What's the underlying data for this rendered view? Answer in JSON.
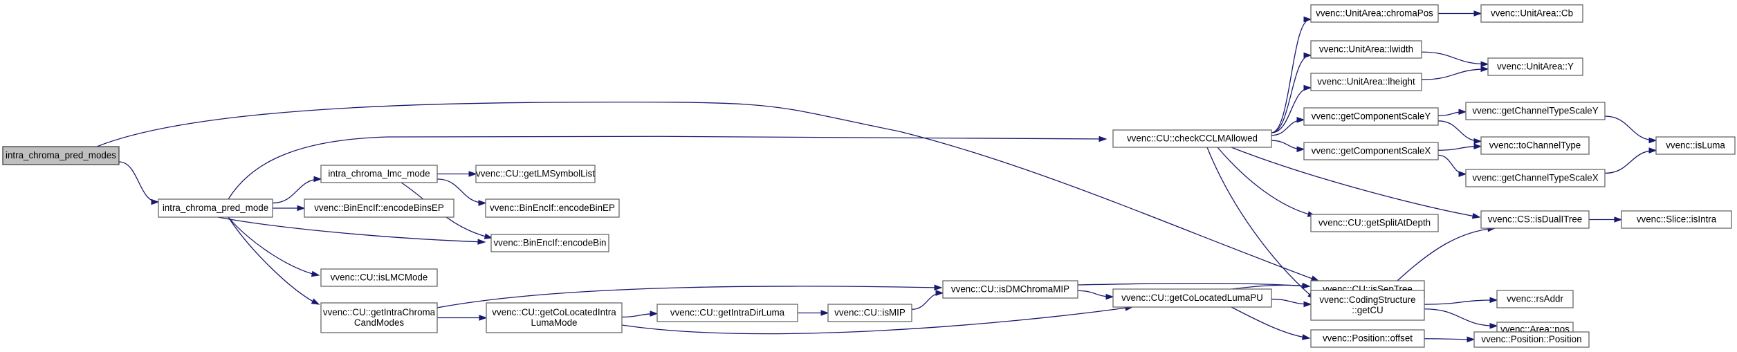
{
  "graph": {
    "kind": "call-graph",
    "colors": {
      "edge": "#191970",
      "node_border": "#666666",
      "root_fill": "#bfbfbf",
      "node_fill": "#ffffff"
    },
    "nodes": [
      {
        "id": "intra_chroma_pred_modes",
        "lines": [
          "intra_chroma_pred_modes"
        ],
        "root": true
      },
      {
        "id": "intra_chroma_pred_mode",
        "lines": [
          "intra_chroma_pred_mode"
        ]
      },
      {
        "id": "intra_chroma_lmc_mode",
        "lines": [
          "intra_chroma_lmc_mode"
        ]
      },
      {
        "id": "encodeBinsEP",
        "lines": [
          "vvenc::BinEncIf::encodeBinsEP"
        ]
      },
      {
        "id": "isLMCMode",
        "lines": [
          "vvenc::CU::isLMCMode"
        ]
      },
      {
        "id": "getIntraChromaCandModes",
        "lines": [
          "vvenc::CU::getIntraChroma",
          "CandModes"
        ]
      },
      {
        "id": "getLMSymbolList",
        "lines": [
          "vvenc::CU::getLMSymbolList"
        ]
      },
      {
        "id": "encodeBinEP",
        "lines": [
          "vvenc::BinEncIf::encodeBinEP"
        ]
      },
      {
        "id": "encodeBin",
        "lines": [
          "vvenc::BinEncIf::encodeBin"
        ]
      },
      {
        "id": "getCoLocatedIntraLumaMode",
        "lines": [
          "vvenc::CU::getCoLocatedIntra",
          "LumaMode"
        ]
      },
      {
        "id": "getIntraDirLuma",
        "lines": [
          "vvenc::CU::getIntraDirLuma"
        ]
      },
      {
        "id": "isMIP",
        "lines": [
          "vvenc::CU::isMIP"
        ]
      },
      {
        "id": "isDMChromaMIP",
        "lines": [
          "vvenc::CU::isDMChromaMIP"
        ]
      },
      {
        "id": "checkCCLMAllowed",
        "lines": [
          "vvenc::CU::checkCCLMAllowed"
        ]
      },
      {
        "id": "getCoLocatedLumaPU",
        "lines": [
          "vvenc::CU::getCoLocatedLumaPU"
        ]
      },
      {
        "id": "chromaPos",
        "lines": [
          "vvenc::UnitArea::chromaPos"
        ]
      },
      {
        "id": "lwidth",
        "lines": [
          "vvenc::UnitArea::lwidth"
        ]
      },
      {
        "id": "lheight",
        "lines": [
          "vvenc::UnitArea::lheight"
        ]
      },
      {
        "id": "getComponentScaleY",
        "lines": [
          "vvenc::getComponentScaleY"
        ]
      },
      {
        "id": "getComponentScaleX",
        "lines": [
          "vvenc::getComponentScaleX"
        ]
      },
      {
        "id": "getSplitAtDepth",
        "lines": [
          "vvenc::CU::getSplitAtDepth"
        ]
      },
      {
        "id": "isSepTree",
        "lines": [
          "vvenc::CU::isSepTree"
        ]
      },
      {
        "id": "getCU",
        "lines": [
          "vvenc::CodingStructure",
          "::getCU"
        ]
      },
      {
        "id": "offset",
        "lines": [
          "vvenc::Position::offset"
        ]
      },
      {
        "id": "Cb",
        "lines": [
          "vvenc::UnitArea::Cb"
        ]
      },
      {
        "id": "Y",
        "lines": [
          "vvenc::UnitArea::Y"
        ]
      },
      {
        "id": "getChannelTypeScaleY",
        "lines": [
          "vvenc::getChannelTypeScaleY"
        ]
      },
      {
        "id": "toChannelType",
        "lines": [
          "vvenc::toChannelType"
        ]
      },
      {
        "id": "getChannelTypeScaleX",
        "lines": [
          "vvenc::getChannelTypeScaleX"
        ]
      },
      {
        "id": "isDualITree",
        "lines": [
          "vvenc::CS::isDualITree"
        ]
      },
      {
        "id": "rsAddr",
        "lines": [
          "vvenc::rsAddr"
        ]
      },
      {
        "id": "AreaPos",
        "lines": [
          "vvenc::Area::pos"
        ]
      },
      {
        "id": "PositionCtor",
        "lines": [
          "vvenc::Position::Position"
        ]
      },
      {
        "id": "isLuma",
        "lines": [
          "vvenc::isLuma"
        ]
      },
      {
        "id": "isIntra",
        "lines": [
          "vvenc::Slice::isIntra"
        ]
      }
    ],
    "edges": [
      [
        "intra_chroma_pred_modes",
        "intra_chroma_pred_mode"
      ],
      [
        "intra_chroma_pred_modes",
        "isSepTree"
      ],
      [
        "intra_chroma_pred_mode",
        "intra_chroma_lmc_mode"
      ],
      [
        "intra_chroma_pred_mode",
        "encodeBinsEP"
      ],
      [
        "intra_chroma_pred_mode",
        "encodeBin"
      ],
      [
        "intra_chroma_pred_mode",
        "isLMCMode"
      ],
      [
        "intra_chroma_pred_mode",
        "getIntraChromaCandModes"
      ],
      [
        "intra_chroma_pred_mode",
        "checkCCLMAllowed"
      ],
      [
        "intra_chroma_lmc_mode",
        "getLMSymbolList"
      ],
      [
        "intra_chroma_lmc_mode",
        "encodeBinEP"
      ],
      [
        "intra_chroma_lmc_mode",
        "encodeBin"
      ],
      [
        "getIntraChromaCandModes",
        "getCoLocatedIntraLumaMode"
      ],
      [
        "getIntraChromaCandModes",
        "isDMChromaMIP"
      ],
      [
        "getCoLocatedIntraLumaMode",
        "getIntraDirLuma"
      ],
      [
        "getCoLocatedIntraLumaMode",
        "getCoLocatedLumaPU"
      ],
      [
        "getIntraDirLuma",
        "isMIP"
      ],
      [
        "isMIP",
        "isDMChromaMIP"
      ],
      [
        "isDMChromaMIP",
        "isSepTree"
      ],
      [
        "isDMChromaMIP",
        "getCoLocatedLumaPU"
      ],
      [
        "getCoLocatedLumaPU",
        "isSepTree"
      ],
      [
        "getCoLocatedLumaPU",
        "getCU"
      ],
      [
        "getCoLocatedLumaPU",
        "offset"
      ],
      [
        "checkCCLMAllowed",
        "chromaPos"
      ],
      [
        "checkCCLMAllowed",
        "lwidth"
      ],
      [
        "checkCCLMAllowed",
        "lheight"
      ],
      [
        "checkCCLMAllowed",
        "getComponentScaleY"
      ],
      [
        "checkCCLMAllowed",
        "getComponentScaleX"
      ],
      [
        "checkCCLMAllowed",
        "getSplitAtDepth"
      ],
      [
        "checkCCLMAllowed",
        "isDualITree"
      ],
      [
        "checkCCLMAllowed",
        "getCU"
      ],
      [
        "chromaPos",
        "Cb"
      ],
      [
        "lwidth",
        "Y"
      ],
      [
        "lheight",
        "Y"
      ],
      [
        "getComponentScaleY",
        "getChannelTypeScaleY"
      ],
      [
        "getComponentScaleY",
        "toChannelType"
      ],
      [
        "getComponentScaleX",
        "toChannelType"
      ],
      [
        "getComponentScaleX",
        "getChannelTypeScaleX"
      ],
      [
        "getChannelTypeScaleY",
        "isLuma"
      ],
      [
        "getChannelTypeScaleX",
        "isLuma"
      ],
      [
        "isSepTree",
        "isDualITree"
      ],
      [
        "isDualITree",
        "isIntra"
      ],
      [
        "getCU",
        "rsAddr"
      ],
      [
        "getCU",
        "AreaPos"
      ],
      [
        "offset",
        "PositionCtor"
      ]
    ]
  }
}
